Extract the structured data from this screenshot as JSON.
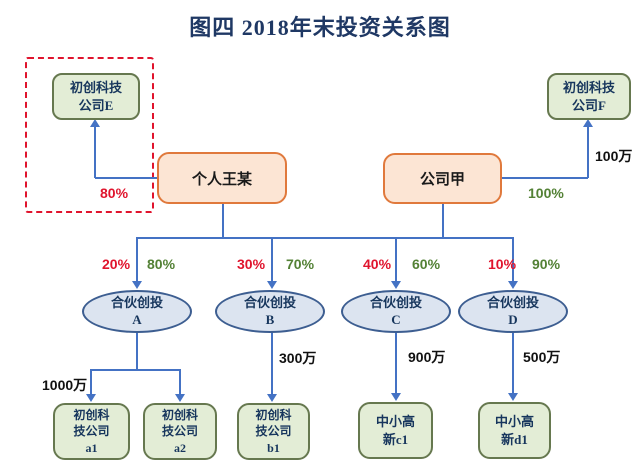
{
  "title": "图四  2018年末投资关系图",
  "colors": {
    "title": "#1f3864",
    "connector_line": "#4472c4",
    "red_label": "#e0142d",
    "green_label": "#538135",
    "amount_label": "#111111",
    "green_node_fill": "#e3edd6",
    "green_node_border": "#66784f",
    "orange_node_fill": "#fce5d4",
    "orange_node_border": "#e0793c",
    "ellipse_fill": "#dce4f0",
    "ellipse_border": "#3d5e91",
    "dashed_box": "#e0142d"
  },
  "nodes": {
    "company_e": {
      "line1": "初创科技",
      "line2": "公司E"
    },
    "company_f": {
      "line1": "初创科技",
      "line2": "公司F"
    },
    "person_wang": {
      "label": "个人王某"
    },
    "company_jia": {
      "label": "公司甲"
    },
    "partner_a": {
      "line1": "合伙创投",
      "line2": "A"
    },
    "partner_b": {
      "line1": "合伙创投",
      "line2": "B"
    },
    "partner_c": {
      "line1": "合伙创投",
      "line2": "C"
    },
    "partner_d": {
      "line1": "合伙创投",
      "line2": "D"
    },
    "startup_a1": {
      "line1": "初创科",
      "line2": "技公司",
      "line3": "a1"
    },
    "startup_a2": {
      "line1": "初创科",
      "line2": "技公司",
      "line3": "a2"
    },
    "startup_b1": {
      "line1": "初创科",
      "line2": "技公司",
      "line3": "b1"
    },
    "sme_c1": {
      "line1": "中小高",
      "line2": "新c1"
    },
    "sme_d1": {
      "line1": "中小高",
      "line2": "新d1"
    }
  },
  "labels": {
    "wang_e_pct": "80%",
    "jia_f_amount": "100万",
    "jia_f_pct": "100%",
    "a_pct_red": "20%",
    "a_pct_green": "80%",
    "b_pct_red": "30%",
    "b_pct_green": "70%",
    "c_pct_red": "40%",
    "c_pct_green": "60%",
    "d_pct_red": "10%",
    "d_pct_green": "90%",
    "a_amount": "1000万",
    "b_amount": "300万",
    "c_amount": "900万",
    "d_amount": "500万"
  }
}
